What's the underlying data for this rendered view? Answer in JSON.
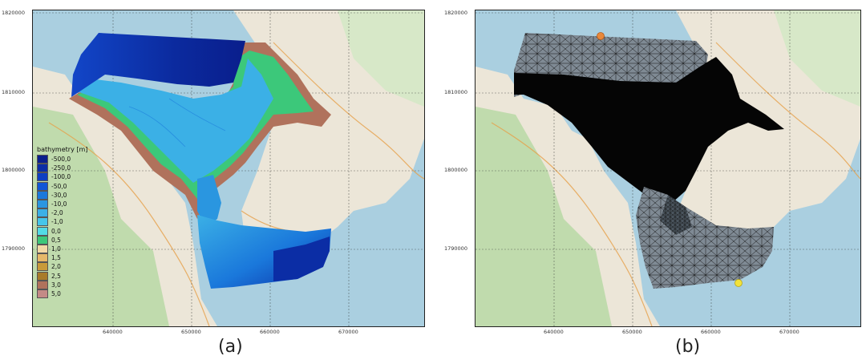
{
  "panels": {
    "a": {
      "label": "(a)",
      "y_ticks": [
        "1820000",
        "1810000",
        "1800000",
        "1790000"
      ],
      "x_ticks": [
        "640000",
        "650000",
        "660000",
        "670000"
      ],
      "legend": {
        "title": "bathymetry [m]",
        "items": [
          {
            "label": "-500,0",
            "color": "#0a1e8c"
          },
          {
            "label": "-250,0",
            "color": "#0b2da5"
          },
          {
            "label": "-100,0",
            "color": "#0d3ec2"
          },
          {
            "label": "-50,0",
            "color": "#1156d6"
          },
          {
            "label": "-30,0",
            "color": "#1a78db"
          },
          {
            "label": "-10,0",
            "color": "#2a96e0"
          },
          {
            "label": "-2,0",
            "color": "#3bb0e6"
          },
          {
            "label": "-1,0",
            "color": "#46c6ea"
          },
          {
            "label": "0,0",
            "color": "#52dbe6"
          },
          {
            "label": "0,5",
            "color": "#3cc87a"
          },
          {
            "label": "1,0",
            "color": "#f2d9a6"
          },
          {
            "label": "1,5",
            "color": "#e6b86a"
          },
          {
            "label": "2,0",
            "color": "#c89a3a"
          },
          {
            "label": "2,5",
            "color": "#a87b2a"
          },
          {
            "label": "3,0",
            "color": "#b0725c"
          },
          {
            "label": "5,0",
            "color": "#c48a86"
          }
        ]
      }
    },
    "b": {
      "label": "(b)",
      "y_ticks": [
        "1820000",
        "1810000",
        "1800000",
        "1790000"
      ],
      "x_ticks": [
        "640000",
        "650000",
        "660000",
        "670000"
      ]
    }
  }
}
